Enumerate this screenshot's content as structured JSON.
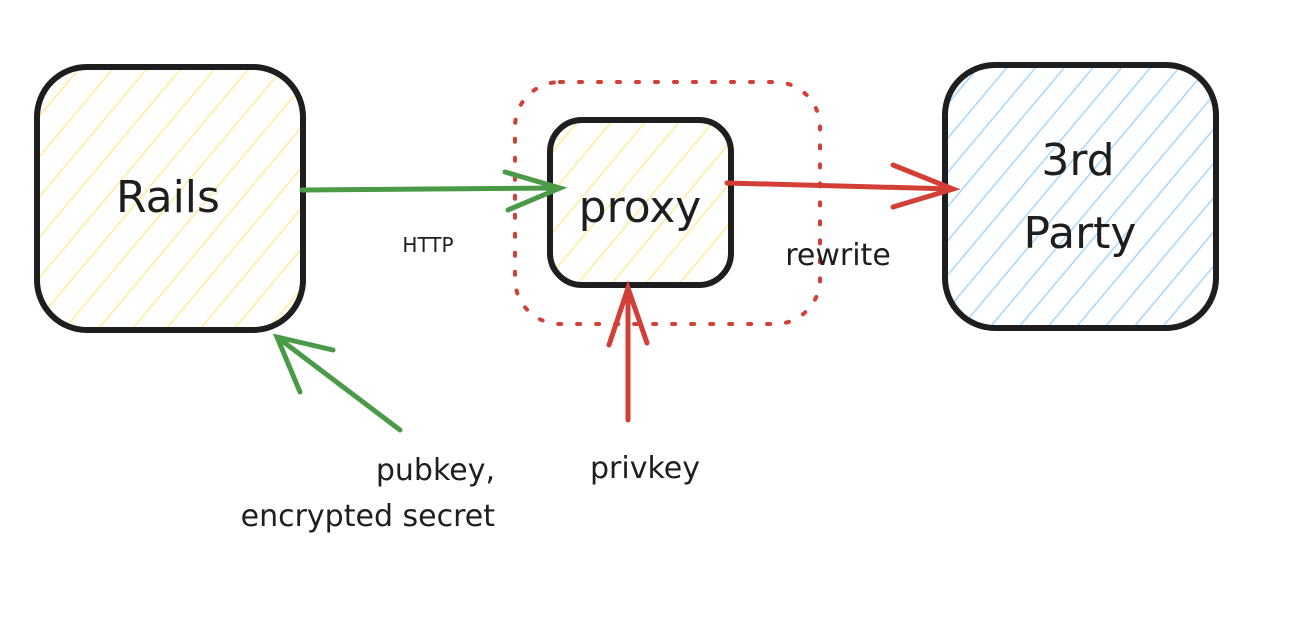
{
  "nodes": {
    "rails": {
      "label": "Rails"
    },
    "proxy": {
      "label": "proxy"
    },
    "third_party": {
      "line1": "3rd",
      "line2": "Party"
    }
  },
  "edges": {
    "http": {
      "label": "HTTP"
    },
    "rewrite": {
      "label": "rewrite"
    },
    "privkey": {
      "label": "privkey"
    },
    "pubkey": {
      "line1": "pubkey,",
      "line2": "encrypted secret"
    }
  },
  "colors": {
    "stroke": "#1e1e1e",
    "green": "#4a9a47",
    "red": "#d13f37",
    "yellow_hatch": "#ffec99",
    "blue_hatch": "#a5d8ff"
  }
}
